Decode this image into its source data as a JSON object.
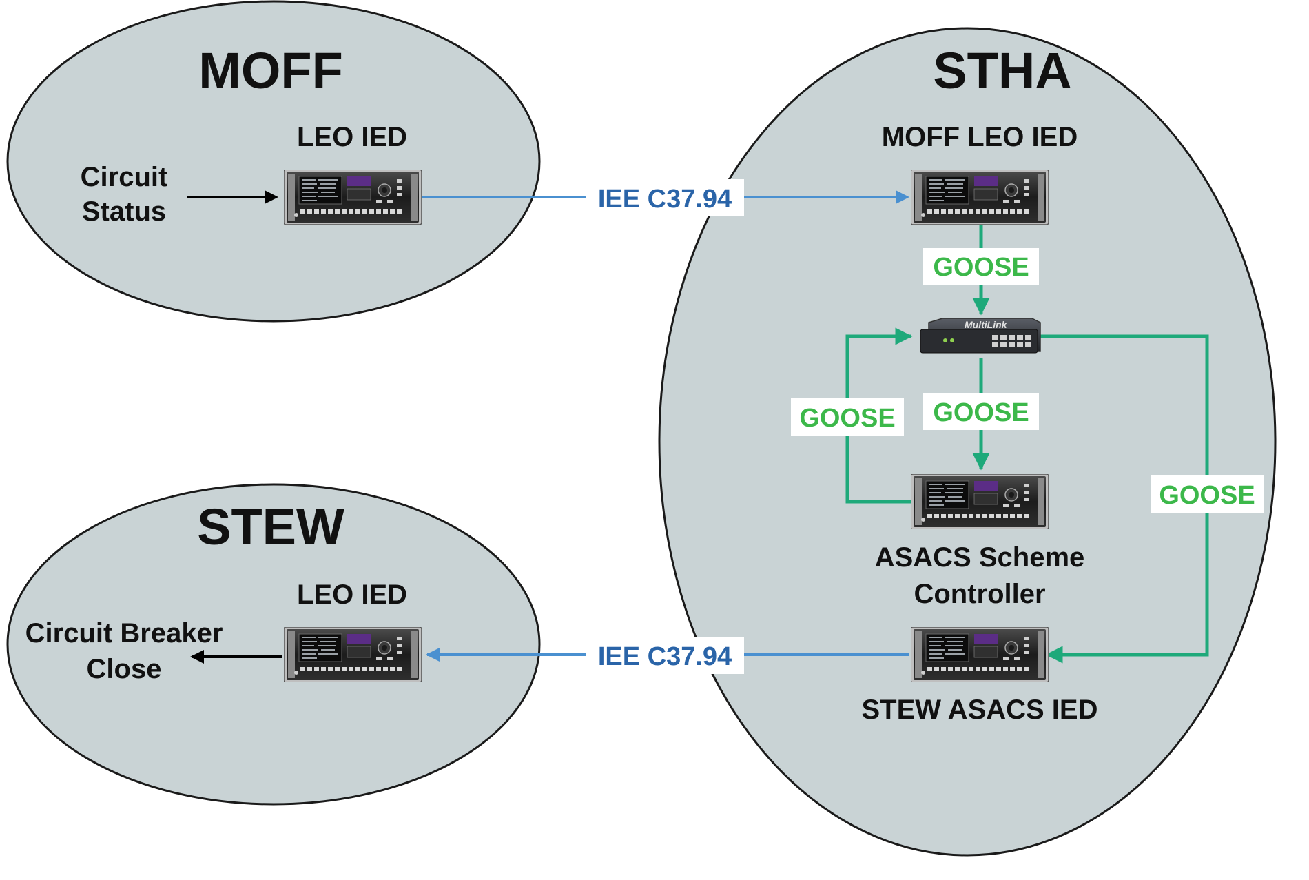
{
  "zones": {
    "moff": {
      "title": "MOFF"
    },
    "stha": {
      "title": "STHA"
    },
    "stew": {
      "title": "STEW"
    }
  },
  "devices": {
    "moff_leo": {
      "label": "LEO IED"
    },
    "stha_moff_leo": {
      "label": "MOFF LEO IED"
    },
    "switch": {
      "label": "",
      "brand": "MultiLink"
    },
    "asacs_controller": {
      "label_line1": "ASACS Scheme",
      "label_line2": "Controller"
    },
    "stew_asacs": {
      "label": "STEW ASACS IED"
    },
    "stew_leo": {
      "label": "LEO IED"
    }
  },
  "inputs": {
    "circuit_status_line1": "Circuit",
    "circuit_status_line2": "Status",
    "breaker_close_line1": "Circuit Breaker",
    "breaker_close_line2": "Close"
  },
  "links": {
    "top_protocol": "IEE C37.94",
    "bottom_protocol": "IEE C37.94",
    "goose_1": "GOOSE",
    "goose_2": "GOOSE",
    "goose_3": "GOOSE",
    "goose_4": "GOOSE"
  },
  "colors": {
    "zone_fill": "#c9d3d5",
    "protocol_link": "#4a90d0",
    "protocol_text": "#2a64a8",
    "goose_link": "#1ea97a",
    "goose_text": "#3cb84a"
  }
}
